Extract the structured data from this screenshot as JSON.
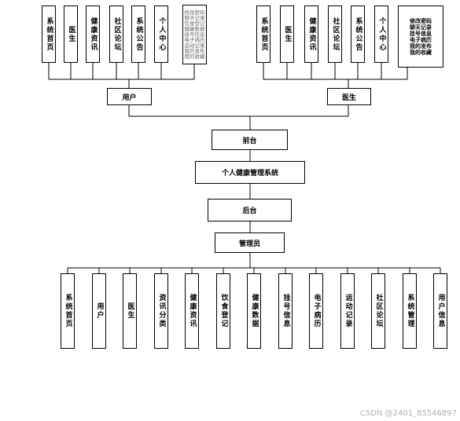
{
  "watermark": "CSDN @2401_85546897",
  "user_modules": [
    "系统首页",
    "医生",
    "健康资讯",
    "社区论坛",
    "系统公告",
    "个人中心"
  ],
  "user_list": [
    "修改密码",
    "聊天记录",
    "饮食登记",
    "健康数据",
    "挂号信息",
    "电子病历",
    "运动记录",
    "我的发布",
    "我的收藏"
  ],
  "doctor_modules": [
    "系统首页",
    "医生",
    "健康资讯",
    "社区论坛",
    "系统公告",
    "个人中心"
  ],
  "doctor_list": [
    "修改密码",
    "聊天记录",
    "挂号信息",
    "电子病历",
    "我的发布",
    "我的收藏"
  ],
  "nodes": {
    "user": "用户",
    "doctor": "医生",
    "frontend": "前台",
    "system": "个人健康管理系统",
    "backend": "后台",
    "admin": "管理员"
  },
  "admin_modules": [
    "系统首页",
    "用户",
    "医生",
    "资讯分类",
    "健康资讯",
    "饮食登记",
    "健康数据",
    "挂号信息",
    "电子病历",
    "运动记录",
    "社区论坛",
    "系统管理",
    "用户信息"
  ]
}
